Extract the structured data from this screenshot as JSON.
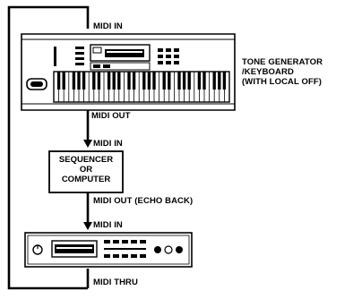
{
  "connections": {
    "midi_in_top": "MIDI IN",
    "midi_out_keyboard": "MIDI OUT",
    "midi_in_sequencer": "MIDI IN",
    "midi_out_echo": "MIDI OUT (ECHO BACK)",
    "midi_in_module": "MIDI IN",
    "midi_thru": "MIDI THRU"
  },
  "devices": {
    "keyboard_label_lines": [
      "TONE GENERATOR",
      "/KEYBOARD",
      "(WITH LOCAL OFF)"
    ],
    "sequencer_label_lines": [
      "SEQUENCER",
      "OR",
      "COMPUTER"
    ]
  }
}
